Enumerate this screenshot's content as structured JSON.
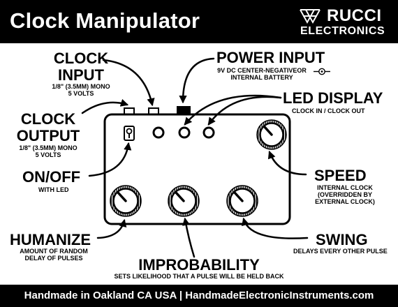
{
  "header": {
    "title": "Clock Manipulator",
    "brand_line1": "RUCCI",
    "brand_line2": "ELECTRONICS"
  },
  "labels": {
    "clock_input": {
      "title_line1": "CLOCK",
      "title_line2": "INPUT",
      "sub_line1": "1/8\" (3.5MM) MONO",
      "sub_line2": "5 VOLTS"
    },
    "clock_output": {
      "title_line1": "CLOCK",
      "title_line2": "OUTPUT",
      "sub_line1": "1/8\" (3.5MM) MONO",
      "sub_line2": "5 VOLTS"
    },
    "power_input": {
      "title": "POWER INPUT",
      "sub_line1": "9V DC CENTER-NEGATIVE",
      "sub_or": "OR",
      "sub_line2": "INTERNAL BATTERY"
    },
    "led_display": {
      "title": "LED DISPLAY",
      "sub": "CLOCK IN / CLOCK OUT"
    },
    "on_off": {
      "title": "ON/OFF",
      "sub": "WITH LED"
    },
    "speed": {
      "title": "SPEED",
      "sub_line1": "INTERNAL CLOCK",
      "sub_line2": "(OVERRIDDEN BY",
      "sub_line3": "EXTERNAL CLOCK)"
    },
    "humanize": {
      "title": "HUMANIZE",
      "sub_line1": "AMOUNT OF RANDOM",
      "sub_line2": "DELAY OF PULSES"
    },
    "swing": {
      "title": "SWING",
      "sub": "DELAYS EVERY OTHER PULSE"
    },
    "improbability": {
      "title": "IMPROBABILITY",
      "sub": "SETS LIKELIHOOD THAT A PULSE WILL BE HELD BACK"
    }
  },
  "footer": {
    "text": "Handmade in Oakland CA USA | HandmadeElectronicInstruments.com"
  },
  "colors": {
    "ink": "#000000",
    "paper": "#ffffff"
  }
}
